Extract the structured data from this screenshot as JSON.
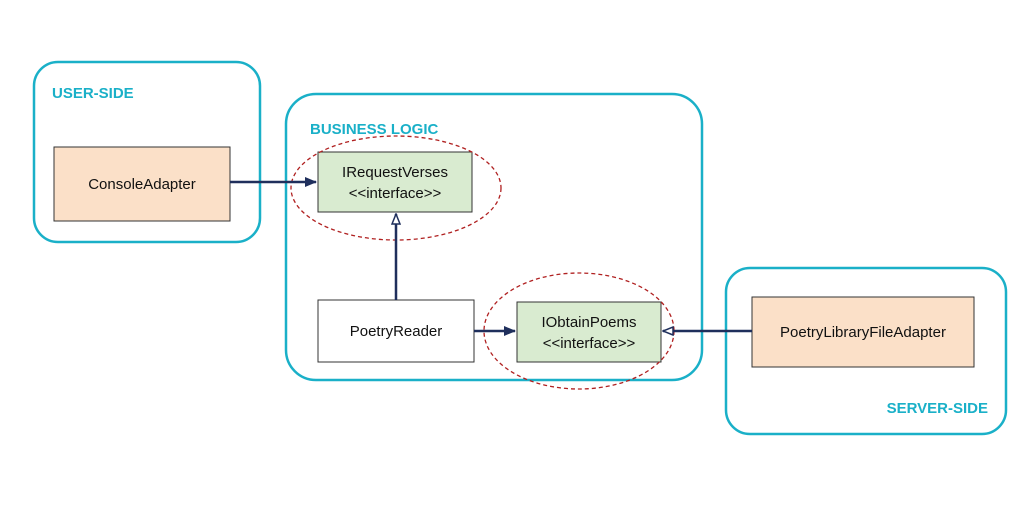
{
  "regions": {
    "user_side": "USER-SIDE",
    "business_logic": "BUSINESS LOGIC",
    "server_side": "SERVER-SIDE"
  },
  "components": {
    "console_adapter": "ConsoleAdapter",
    "request_verses": {
      "name": "IRequestVerses",
      "stereotype": "<<interface>>"
    },
    "poetry_reader": "PoetryReader",
    "obtain_poems": {
      "name": "IObtainPoems",
      "stereotype": "<<interface>>"
    },
    "file_adapter": "PoetryLibraryFileAdapter"
  },
  "colors": {
    "region_border": "#1ab0c8",
    "adapter_fill": "#fbe0c8",
    "interface_fill": "#d9ebd0",
    "plain_fill": "#ffffff",
    "arrow": "#1f2f5c",
    "highlight_ellipse": "#b02020"
  }
}
